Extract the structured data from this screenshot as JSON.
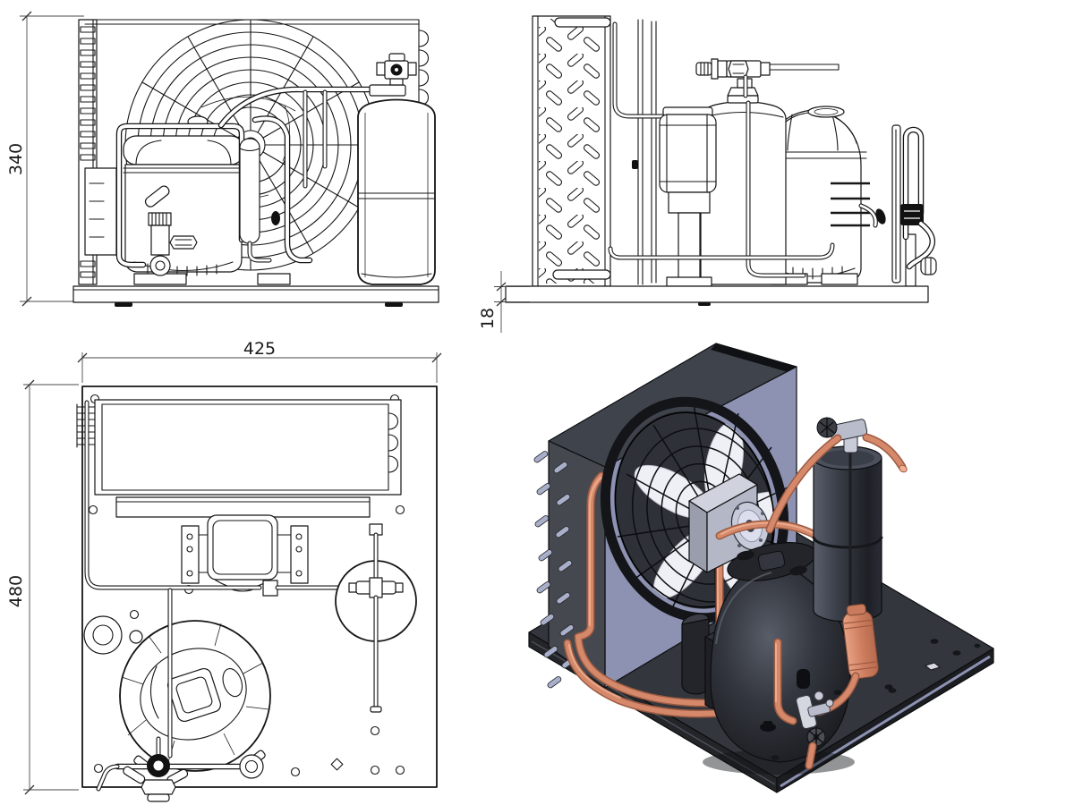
{
  "sheet": {
    "description": "2D CAD drawing sheet of a refrigeration condensing unit with front, side and top orthographic views plus a shaded isometric view",
    "units": "mm"
  },
  "dimensions": {
    "front_height_mm": "340",
    "baseplate_thickness_mm": "18",
    "top_width_mm": "425",
    "top_depth_mm": "480"
  },
  "colors": {
    "background": "#ffffff",
    "line": "#161616",
    "copper": "#d5886a",
    "copper_dark": "#9c5b42",
    "copper_highlight": "#f0b193",
    "panel_blue": "#8d92b2",
    "fin_lavender": "#a9aec9",
    "metal_dark": "#1b1d21",
    "plate_top": "#33363c",
    "steel_light": "#c7cad6",
    "blade_white": "#eef0f5"
  }
}
